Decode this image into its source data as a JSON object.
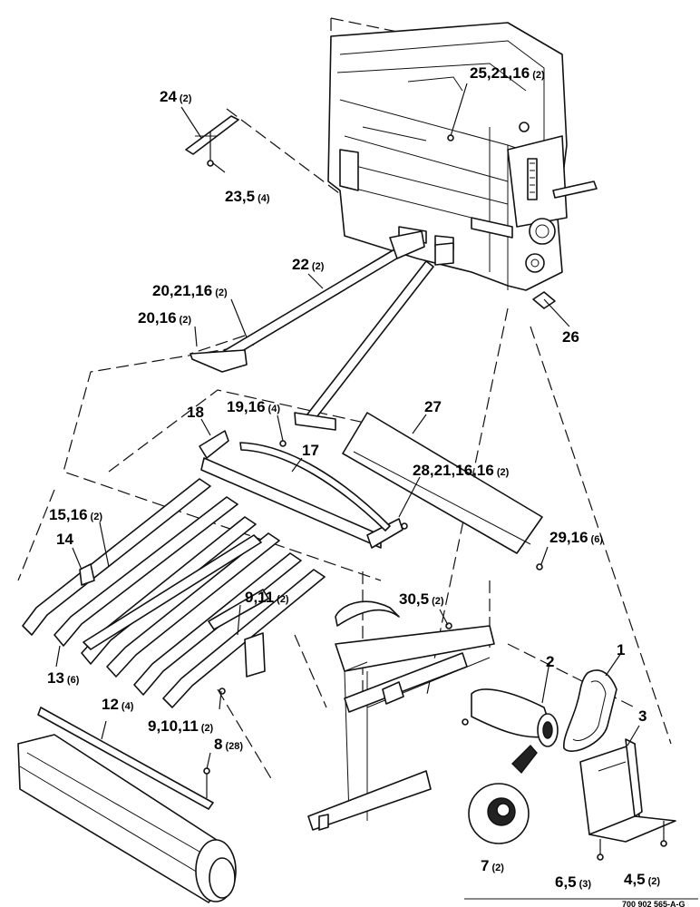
{
  "callouts": [
    {
      "id": "c1",
      "label": "1",
      "qty": ""
    },
    {
      "id": "c2",
      "label": "2",
      "qty": ""
    },
    {
      "id": "c3",
      "label": "3",
      "qty": ""
    },
    {
      "id": "c4",
      "label": "4,5",
      "qty": "(2)"
    },
    {
      "id": "c6",
      "label": "6,5",
      "qty": "(3)"
    },
    {
      "id": "c7",
      "label": "7",
      "qty": "(2)"
    },
    {
      "id": "c8",
      "label": "8",
      "qty": "(28)"
    },
    {
      "id": "c9a",
      "label": "9,10,11",
      "qty": "(2)"
    },
    {
      "id": "c9b",
      "label": "9,11",
      "qty": "(2)"
    },
    {
      "id": "c12",
      "label": "12",
      "qty": "(4)"
    },
    {
      "id": "c13",
      "label": "13",
      "qty": "(6)"
    },
    {
      "id": "c14",
      "label": "14",
      "qty": ""
    },
    {
      "id": "c15",
      "label": "15,16",
      "qty": "(2)"
    },
    {
      "id": "c17",
      "label": "17",
      "qty": ""
    },
    {
      "id": "c18",
      "label": "18",
      "qty": ""
    },
    {
      "id": "c19",
      "label": "19,16",
      "qty": "(4)"
    },
    {
      "id": "c20a",
      "label": "20,16",
      "qty": "(2)"
    },
    {
      "id": "c20b",
      "label": "20,21,16",
      "qty": "(2)"
    },
    {
      "id": "c22",
      "label": "22",
      "qty": "(2)"
    },
    {
      "id": "c23",
      "label": "23,5",
      "qty": "(4)"
    },
    {
      "id": "c24",
      "label": "24",
      "qty": "(2)"
    },
    {
      "id": "c25",
      "label": "25,21,16",
      "qty": "(2)"
    },
    {
      "id": "c26",
      "label": "26",
      "qty": ""
    },
    {
      "id": "c27",
      "label": "27",
      "qty": ""
    },
    {
      "id": "c28",
      "label": "28,21,16,16",
      "qty": "(2)"
    },
    {
      "id": "c29",
      "label": "29,16",
      "qty": "(6)"
    },
    {
      "id": "c30",
      "label": "30,5",
      "qty": "(2)"
    }
  ],
  "document_number": "700 902 565-A-G"
}
